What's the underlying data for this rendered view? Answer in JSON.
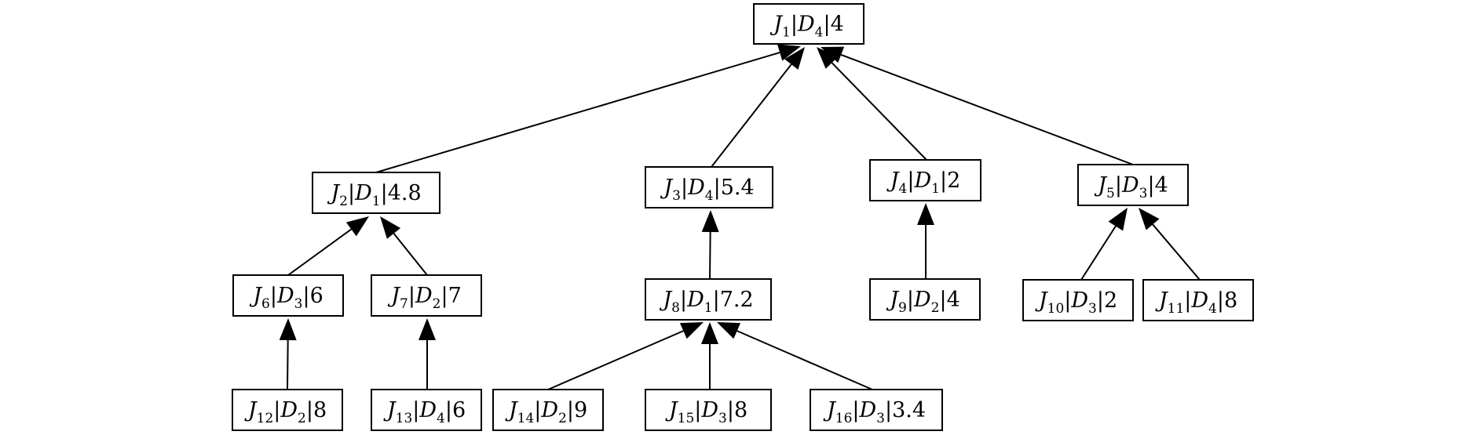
{
  "nodes": [
    {
      "id": "n1",
      "job": "1",
      "device": "4",
      "value": "4"
    },
    {
      "id": "n2",
      "job": "2",
      "device": "1",
      "value": "4.8"
    },
    {
      "id": "n3",
      "job": "3",
      "device": "4",
      "value": "5.4"
    },
    {
      "id": "n4",
      "job": "4",
      "device": "1",
      "value": "2"
    },
    {
      "id": "n5",
      "job": "5",
      "device": "3",
      "value": "4"
    },
    {
      "id": "n6",
      "job": "6",
      "device": "3",
      "value": "6"
    },
    {
      "id": "n7",
      "job": "7",
      "device": "2",
      "value": "7"
    },
    {
      "id": "n8",
      "job": "8",
      "device": "1",
      "value": "7.2"
    },
    {
      "id": "n9",
      "job": "9",
      "device": "2",
      "value": "4"
    },
    {
      "id": "n10",
      "job": "10",
      "device": "3",
      "value": "2"
    },
    {
      "id": "n11",
      "job": "11",
      "device": "4",
      "value": "8"
    },
    {
      "id": "n12",
      "job": "12",
      "device": "2",
      "value": "8"
    },
    {
      "id": "n13",
      "job": "13",
      "device": "4",
      "value": "6"
    },
    {
      "id": "n14",
      "job": "14",
      "device": "2",
      "value": "9"
    },
    {
      "id": "n15",
      "job": "15",
      "device": "3",
      "value": "8"
    },
    {
      "id": "n16",
      "job": "16",
      "device": "3",
      "value": "3.4"
    }
  ],
  "edges": [
    {
      "from": "n2",
      "to": "n1"
    },
    {
      "from": "n3",
      "to": "n1"
    },
    {
      "from": "n4",
      "to": "n1"
    },
    {
      "from": "n5",
      "to": "n1"
    },
    {
      "from": "n6",
      "to": "n2"
    },
    {
      "from": "n7",
      "to": "n2"
    },
    {
      "from": "n8",
      "to": "n3"
    },
    {
      "from": "n9",
      "to": "n4"
    },
    {
      "from": "n10",
      "to": "n5"
    },
    {
      "from": "n11",
      "to": "n5"
    },
    {
      "from": "n12",
      "to": "n6"
    },
    {
      "from": "n13",
      "to": "n7"
    },
    {
      "from": "n14",
      "to": "n8"
    },
    {
      "from": "n15",
      "to": "n8"
    },
    {
      "from": "n16",
      "to": "n8"
    }
  ]
}
